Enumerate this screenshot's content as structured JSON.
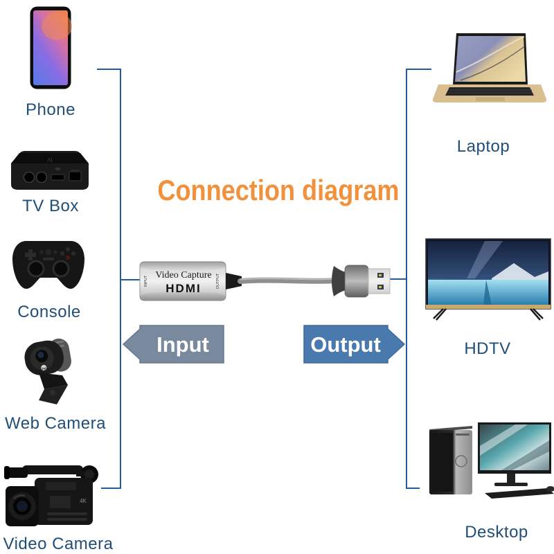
{
  "title": {
    "text": "Connection diagram",
    "color": "#F1913C"
  },
  "sides": {
    "input": {
      "arrow_label": "Input",
      "arrow_color": "#7A8A9E",
      "devices": [
        {
          "label": "Phone"
        },
        {
          "label": "TV Box"
        },
        {
          "label": "Console"
        },
        {
          "label": "Web Camera"
        },
        {
          "label": "Video Camera"
        }
      ]
    },
    "output": {
      "arrow_label": "Output",
      "arrow_color": "#4A79AD",
      "devices": [
        {
          "label": "Laptop"
        },
        {
          "label": "HDTV"
        },
        {
          "label": "Desktop"
        }
      ]
    }
  },
  "capture_device": {
    "name_line1": "Video Capture",
    "name_line2": "HDMI",
    "left_port_label": "INPUT",
    "right_port_label": "OUTPUT"
  },
  "colors": {
    "label_text": "#1F4E79",
    "connector_line": "#1F5C99",
    "title_orange": "#F1913C"
  }
}
